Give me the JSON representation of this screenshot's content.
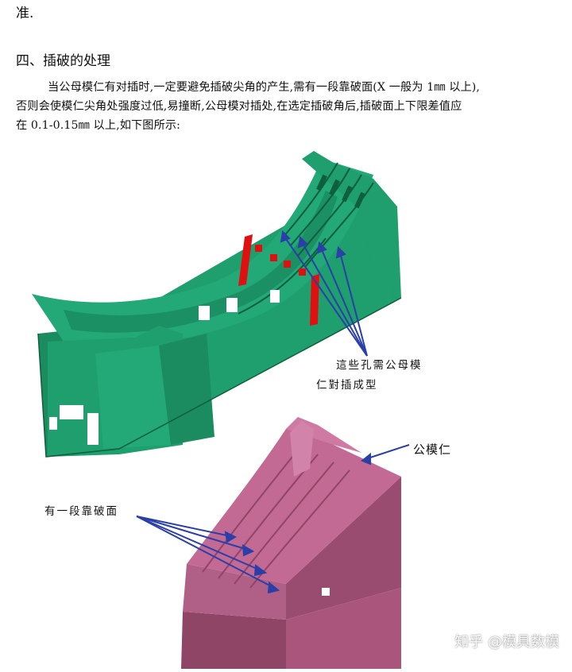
{
  "document": {
    "top_line": "准.",
    "section_heading": "四、插破的处理",
    "paragraph_lines": [
      "当公母模仁有对插时,一定要避免插破尖角的产生,需有一段靠破面(X 一般为 1㎜ 以上),",
      "否则会使模仁尖角处强度过低,易撞断,公母模对插处,在选定插破角后,插破面上下限差值应",
      "在 0.1-0.15㎜ 以上,如下图所示:"
    ]
  },
  "figure": {
    "callout_holes_line1": "這些孔需公母模",
    "callout_holes_line2": "仁對插成型",
    "callout_male_core": "公模仁",
    "callout_contact_face": "有一段靠破面",
    "watermark": "知乎 @模具数模"
  },
  "colors": {
    "green_part": "#1f9e6e",
    "green_dark": "#157a52",
    "pink_part": "#c26a93",
    "pink_dark": "#8f4566",
    "arrow": "#2a3fa8",
    "red_mark": "#e01010"
  }
}
